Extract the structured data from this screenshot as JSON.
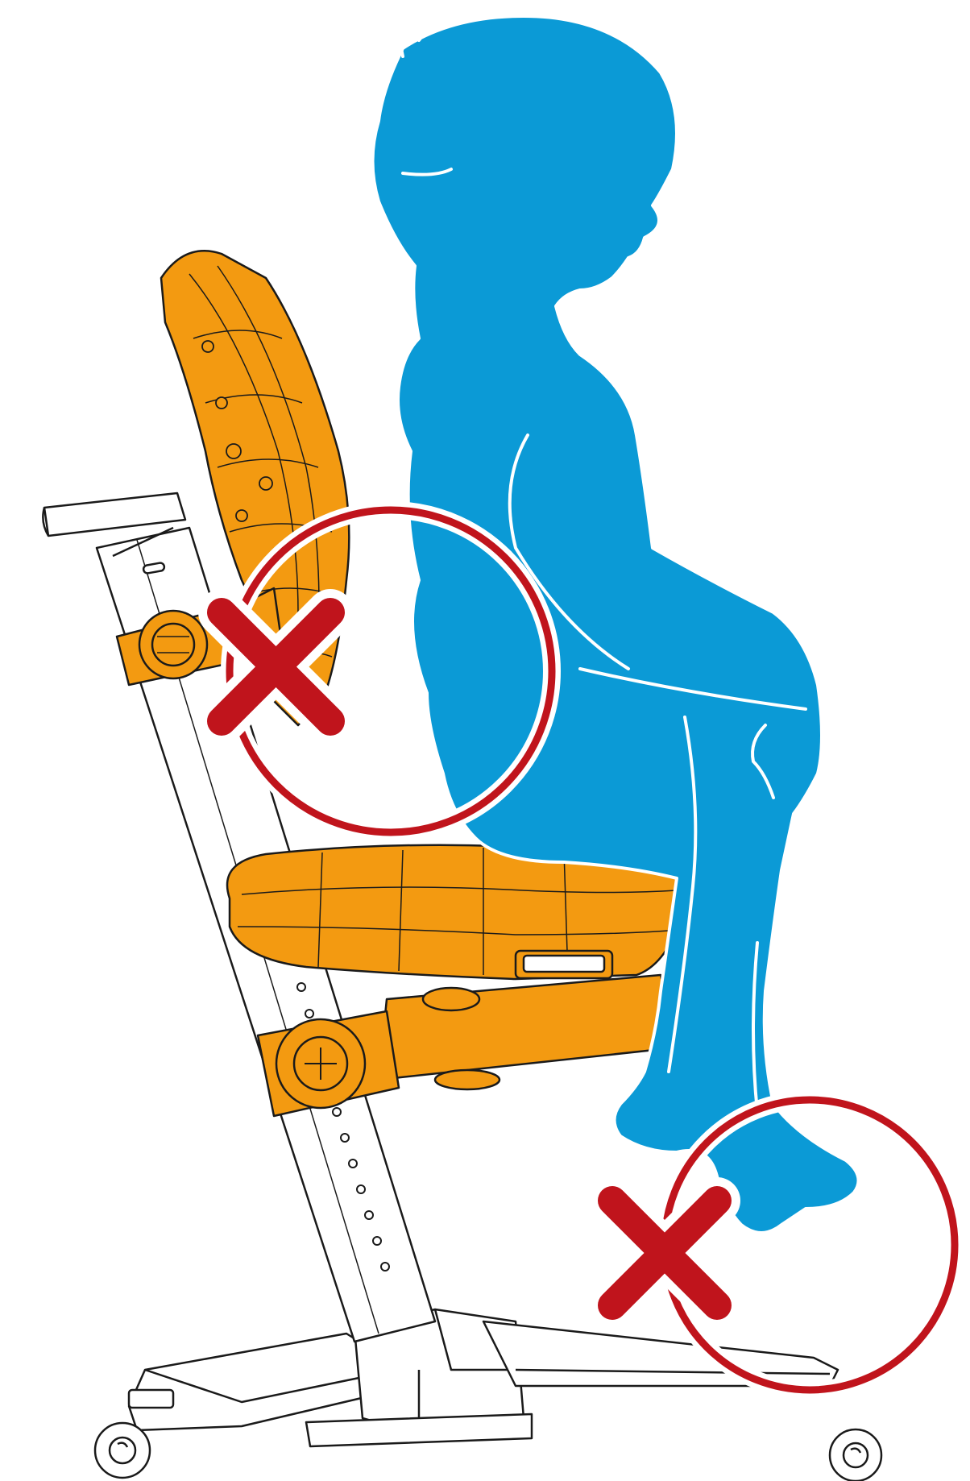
{
  "illustration": {
    "colors": {
      "child": "#0b9ad6",
      "chair_accent": "#f39a11",
      "chair_frame": "#ffffff",
      "outline": "#1a1a1a",
      "error_mark": "#c0141c",
      "halo": "#ffffff"
    },
    "icons": {
      "child": "child-silhouette-icon",
      "chair": "ergonomic-chair-icon",
      "wrong_mark": "red-x-icon",
      "highlight": "red-circle-icon",
      "caster": "caster-wheel-icon"
    },
    "marks": [
      {
        "name": "backrest-gap",
        "meaning": "incorrect"
      },
      {
        "name": "feet-unsupported",
        "meaning": "incorrect"
      }
    ]
  }
}
